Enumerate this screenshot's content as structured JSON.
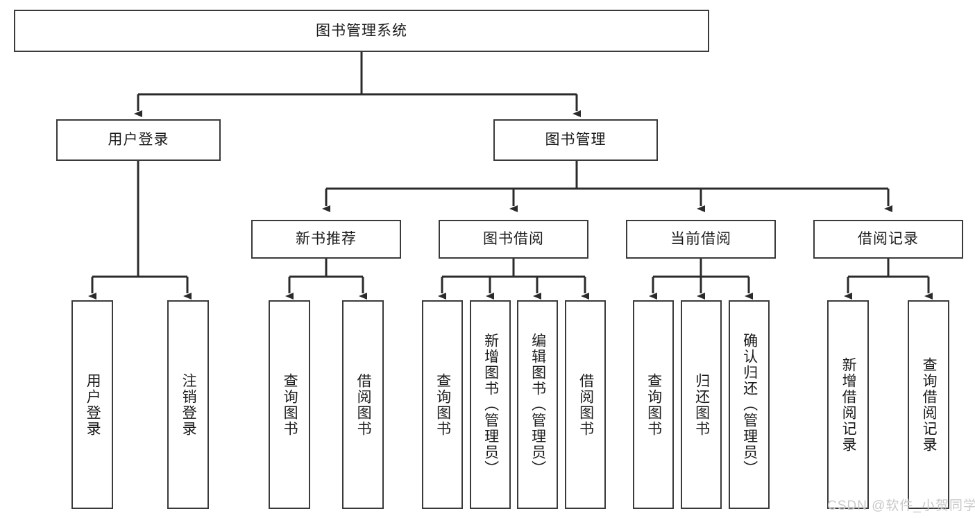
{
  "diagram": {
    "title": "图书管理系统",
    "type": "tree-hierarchy",
    "root": {
      "label": "图书管理系统"
    },
    "level2": [
      {
        "label": "用户登录"
      },
      {
        "label": "图书管理"
      }
    ],
    "level3": [
      {
        "label": "新书推荐"
      },
      {
        "label": "图书借阅"
      },
      {
        "label": "当前借阅"
      },
      {
        "label": "借阅记录"
      }
    ],
    "leaves": {
      "user_login": [
        {
          "label": "用户登录"
        },
        {
          "label": "注销登录"
        }
      ],
      "new_book_recommend": [
        {
          "label": "查询图书"
        },
        {
          "label": "借阅图书"
        }
      ],
      "book_borrow": [
        {
          "label": "查询图书"
        },
        {
          "label": "新增图书（管理员）"
        },
        {
          "label": "编辑图书（管理员）"
        },
        {
          "label": "借阅图书"
        }
      ],
      "current_borrow": [
        {
          "label": "查询图书"
        },
        {
          "label": "归还图书"
        },
        {
          "label": "确认归还（管理员）"
        }
      ],
      "borrow_record": [
        {
          "label": "新增借阅记录"
        },
        {
          "label": "查询借阅记录"
        }
      ]
    }
  },
  "watermark": {
    "text": "CSDN @软件_小贺同学"
  },
  "colors": {
    "box_border": "#3a3a3a",
    "box_fill": "#ffffff",
    "line": "#2b2b2b",
    "text": "#1b1b1b",
    "watermark": "#c9c9c9",
    "background": "#ffffff"
  }
}
